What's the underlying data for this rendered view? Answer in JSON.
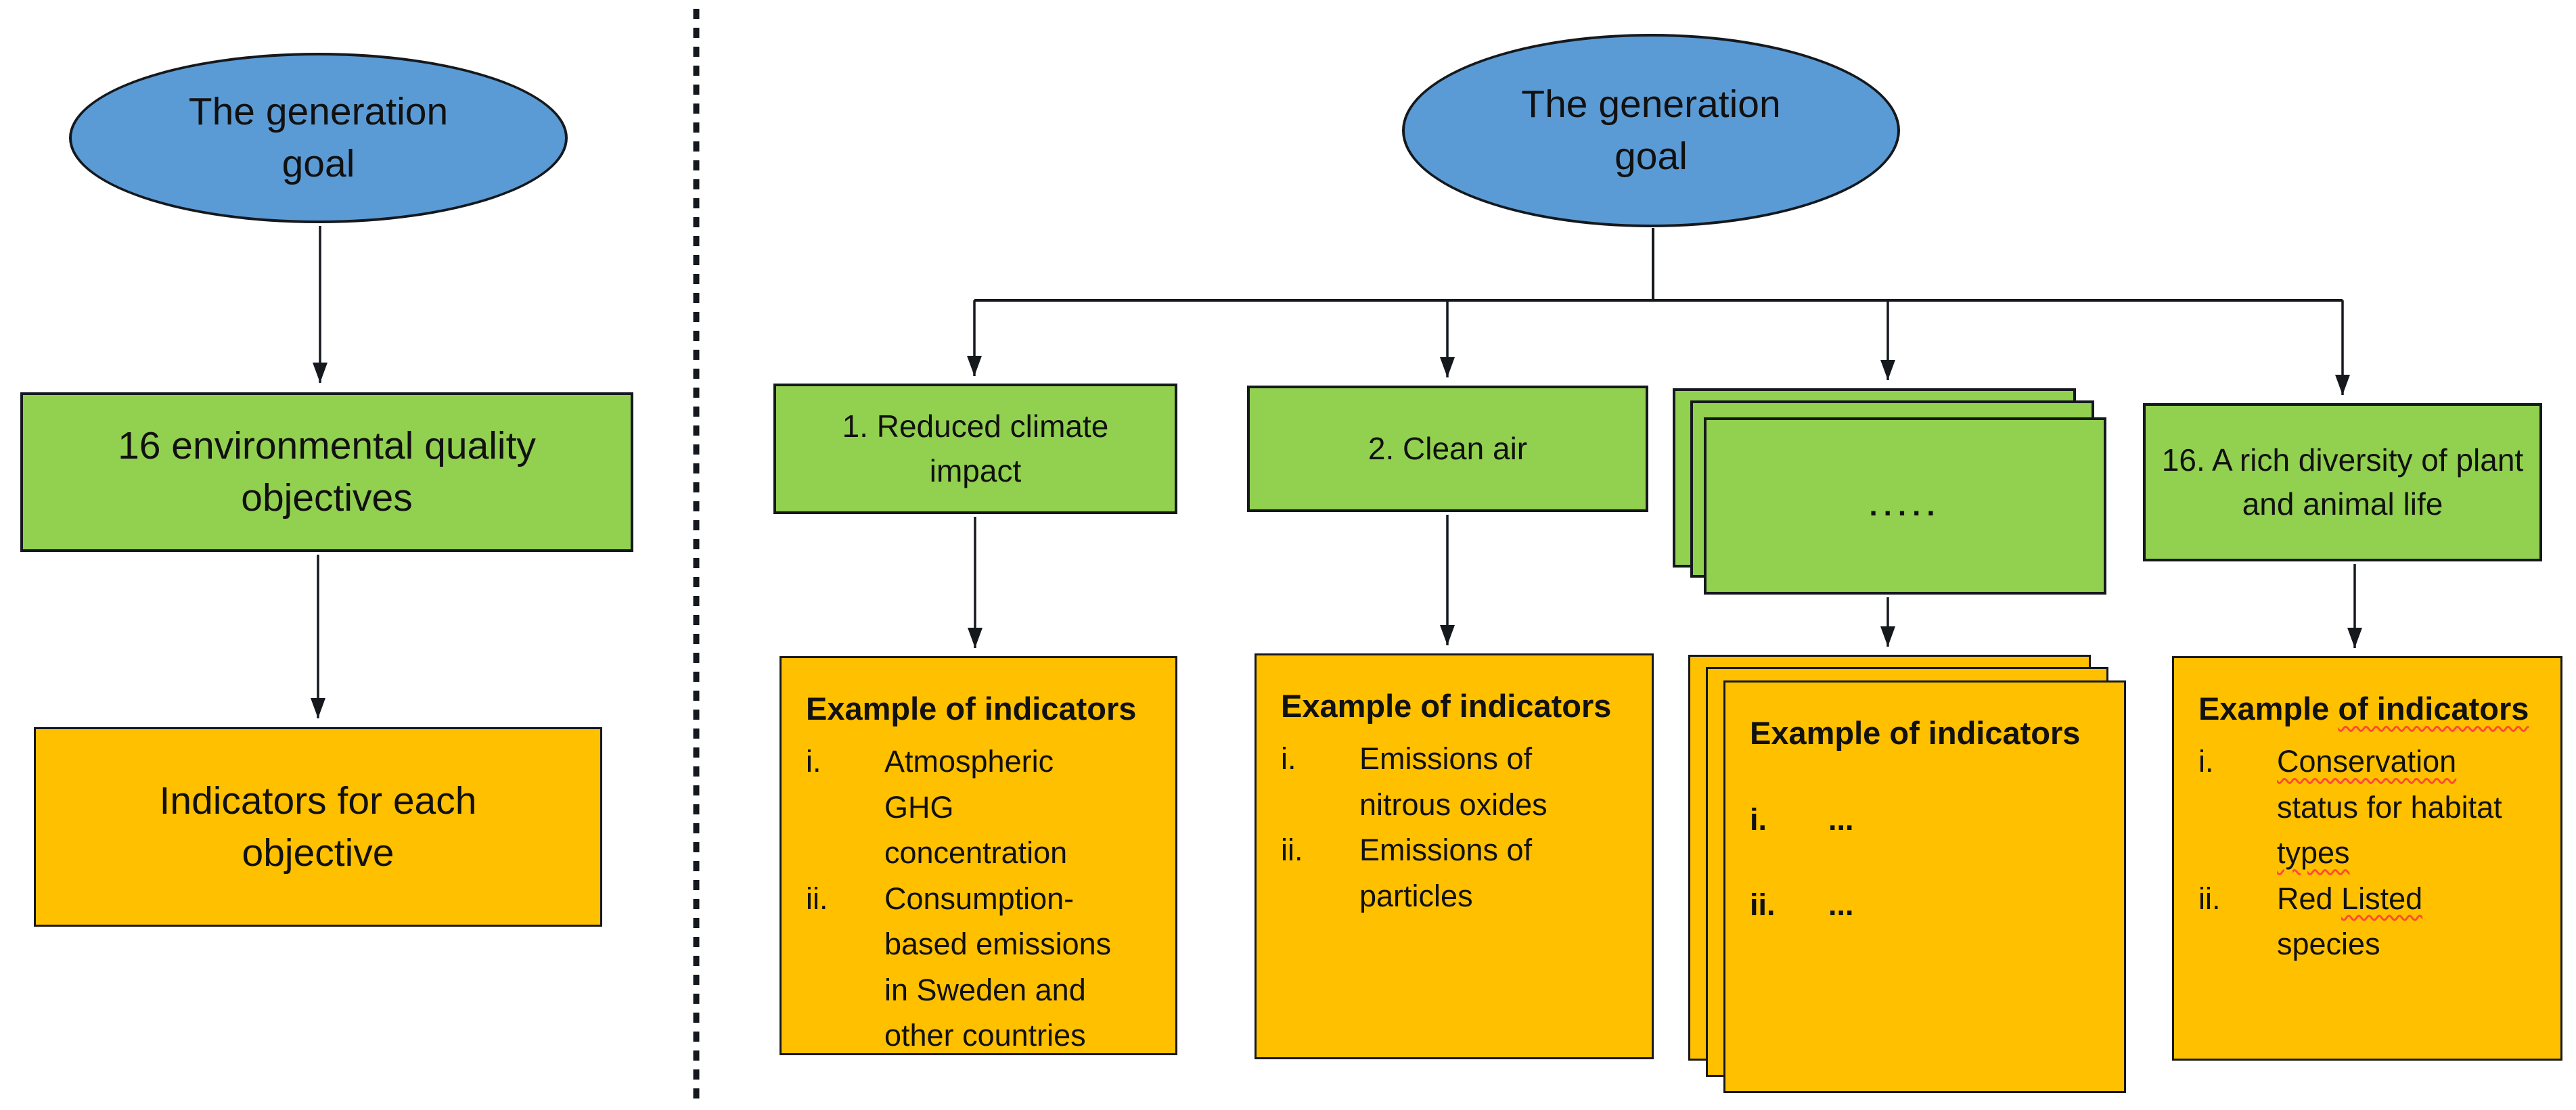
{
  "colors": {
    "ellipse_fill": "#5b9bd5",
    "objective_fill": "#92d050",
    "indicator_fill": "#ffc000",
    "line": "#15191e",
    "spellcheck_underline": "#ff4b33"
  },
  "left_panel": {
    "goal_label": "The generation goal",
    "objectives_label": "16 environmental quality objectives",
    "indicators_label": "Indicators for each objective"
  },
  "right_panel": {
    "goal_label": "The generation goal",
    "branches": [
      {
        "green_label": "1. Reduced climate impact",
        "orange_title": [
          {
            "t": "Example of indicators"
          }
        ],
        "items": [
          {
            "num": "i.",
            "segments": [
              {
                "t": "Atmospheric"
              },
              {
                "br": true
              },
              {
                "t": "GHG"
              },
              {
                "br": true
              },
              {
                "t": "concentration"
              }
            ]
          },
          {
            "num": "ii.",
            "segments": [
              {
                "t": "Consumption-"
              },
              {
                "br": true
              },
              {
                "t": "based emissions"
              },
              {
                "br": true
              },
              {
                "t": "in Sweden and"
              },
              {
                "br": true
              },
              {
                "t": "other countries"
              }
            ]
          }
        ]
      },
      {
        "green_label": "2. Clean air",
        "orange_title": [
          {
            "t": "Example of indicators"
          }
        ],
        "items": [
          {
            "num": "i.",
            "segments": [
              {
                "t": "Emissions of"
              },
              {
                "br": true
              },
              {
                "t": "nitrous oxides"
              }
            ]
          },
          {
            "num": "ii.",
            "segments": [
              {
                "t": "Emissions of"
              },
              {
                "br": true
              },
              {
                "t": "particles"
              }
            ]
          }
        ]
      },
      {
        "green_label": ".....",
        "orange_title": [
          {
            "t": "Example of indicators"
          }
        ],
        "items": [
          {
            "num": "i.",
            "segments": [
              {
                "t": "..."
              }
            ]
          },
          {
            "num": "ii.",
            "segments": [
              {
                "t": "..."
              }
            ]
          }
        ]
      },
      {
        "green_label": "16. A rich diversity of plant and animal life",
        "orange_title": [
          {
            "t": "Example "
          },
          {
            "t": "of indicators",
            "w": true
          }
        ],
        "items": [
          {
            "num": "i.",
            "segments": [
              {
                "t": "Conservation",
                "w": true
              },
              {
                "br": true
              },
              {
                "t": "status for habitat"
              },
              {
                "br": true
              },
              {
                "t": "types",
                "w": true
              }
            ]
          },
          {
            "num": "ii.",
            "segments": [
              {
                "t": "Red "
              },
              {
                "t": "Listed",
                "w": true
              },
              {
                "br": true
              },
              {
                "t": "species"
              }
            ]
          }
        ]
      }
    ]
  }
}
